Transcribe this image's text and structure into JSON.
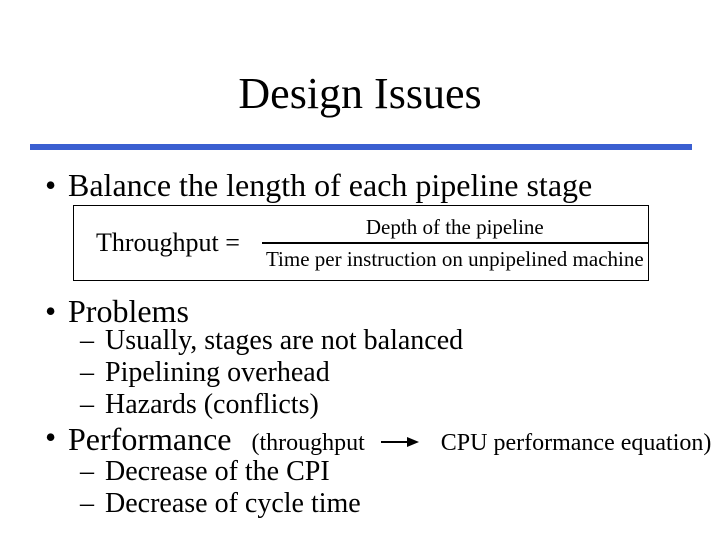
{
  "title": "Design Issues",
  "divider": {
    "color": "#3b5fd1",
    "css": "background-color:#3b5fd1"
  },
  "bullet_balance": {
    "marker": "•",
    "text": "Balance the length of each pipeline stage"
  },
  "formula": {
    "lhs": "Throughput =",
    "numerator": "Depth of the pipeline",
    "denominator": "Time per instruction on unpipelined machine"
  },
  "bullet_problems": {
    "marker": "•",
    "text": "Problems"
  },
  "problems_subitems": [
    {
      "marker": "–",
      "text": "Usually, stages are not balanced"
    },
    {
      "marker": "–",
      "text": "Pipelining overhead"
    },
    {
      "marker": "–",
      "text": "Hazards (conflicts)"
    }
  ],
  "bullet_performance": {
    "marker": "•",
    "text": "Performance",
    "annotation_pre": "(throughput",
    "arrow_icon": "right-arrow",
    "annotation_post": "CPU performance equation)"
  },
  "performance_subitems": [
    {
      "marker": "–",
      "text": "Decrease of the CPI"
    },
    {
      "marker": "–",
      "text": "Decrease of cycle time"
    }
  ]
}
